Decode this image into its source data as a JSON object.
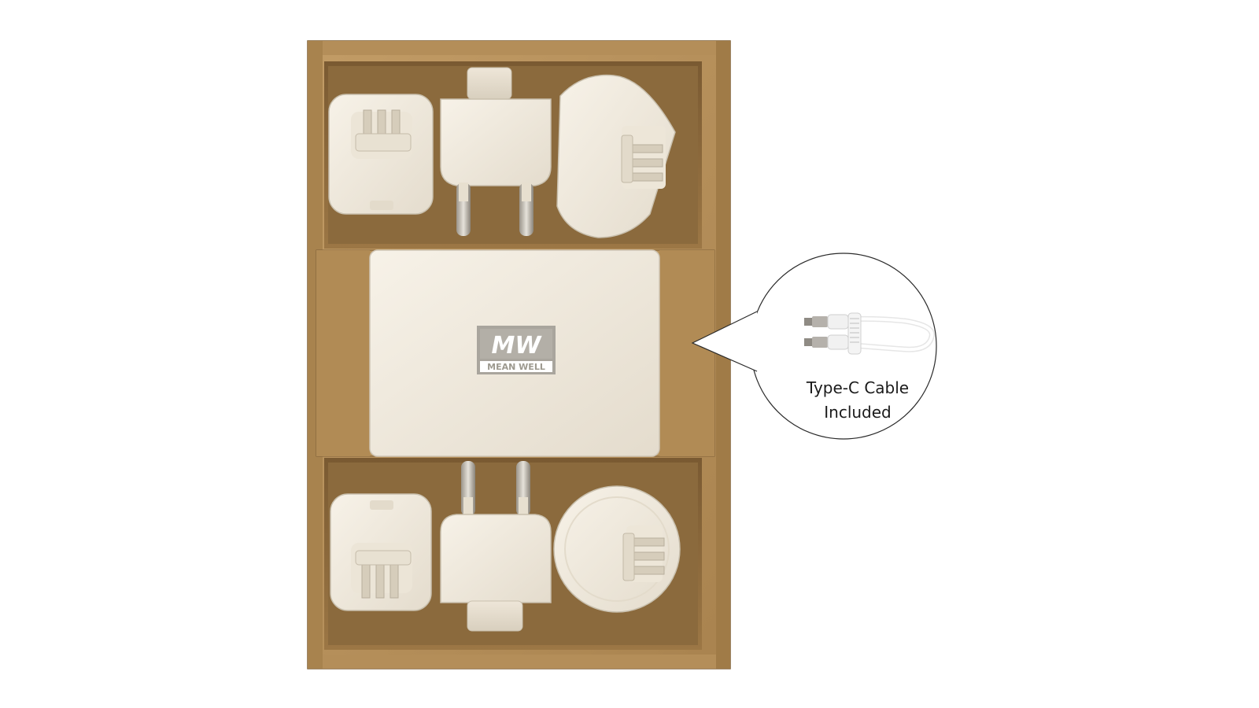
{
  "product": {
    "brand_logo_monogram": "MW",
    "brand_logo_text": "MEAN WELL"
  },
  "callout": {
    "line1": "Type-C Cable",
    "line2": "Included"
  },
  "colors": {
    "background": "#ffffff",
    "cardboard": "#b8935f",
    "cardboard_dark": "#8a6a3e",
    "plastic": "#f2ece0",
    "logo_gray": "#a8a49c"
  },
  "icons": [
    "us-plug-adapter-icon",
    "eu-plug-adapter-icon",
    "uk-plug-adapter-icon",
    "au-plug-adapter-icon",
    "usb-c-cable-icon"
  ]
}
